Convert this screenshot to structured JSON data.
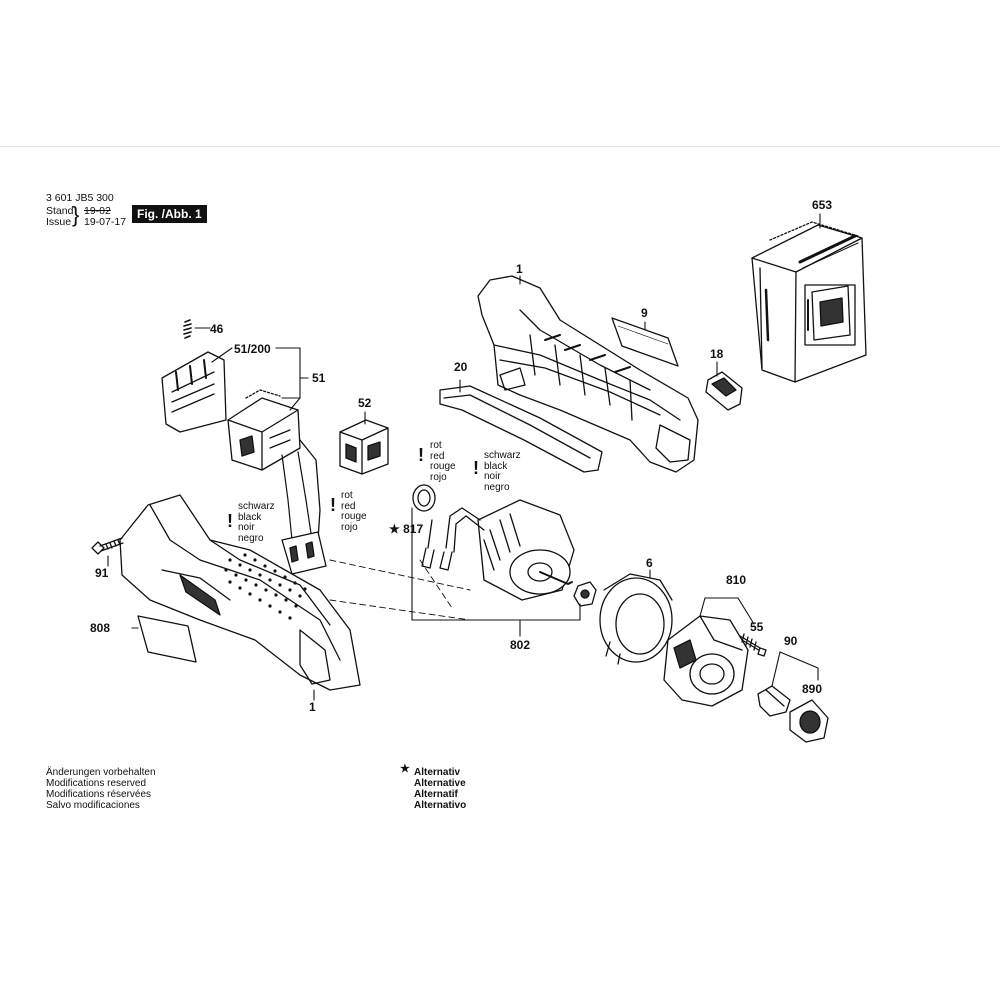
{
  "header": {
    "doc_number": "3 601 JB5 300",
    "stand_label": "Stand",
    "issue_label": "Issue",
    "stand_date": "19-02",
    "issue_date": "19-07-17",
    "figure_label": "Fig. /Abb. 1"
  },
  "parts": {
    "p653": "653",
    "p1_top": "1",
    "p9": "9",
    "p18": "18",
    "p20": "20",
    "p46": "46",
    "p51_200": "51/200",
    "p51": "51",
    "p52": "52",
    "p817": "817",
    "p91": "91",
    "p808": "808",
    "p1_bottom": "1",
    "p802": "802",
    "p6": "6",
    "p810": "810",
    "p55": "55",
    "p90": "90",
    "p890": "890"
  },
  "wire_notes": {
    "red_upper": [
      "rot",
      "red",
      "rouge",
      "rojo"
    ],
    "black_upper": [
      "schwarz",
      "black",
      "noir",
      "negro"
    ],
    "black_lower": [
      "schwarz",
      "black",
      "noir",
      "negro"
    ],
    "red_lower": [
      "rot",
      "red",
      "rouge",
      "rojo"
    ]
  },
  "footer": {
    "modifications": [
      "Änderungen vorbehalten",
      "Modifications reserved",
      "Modifications réservées",
      "Salvo modificaciones"
    ],
    "alternative_star": "★",
    "alternative": [
      "Alternativ",
      "Alternative",
      "Alternatif",
      "Alternativo"
    ]
  },
  "icons": {
    "warning": "exclamation-icon",
    "star": "star-icon"
  }
}
